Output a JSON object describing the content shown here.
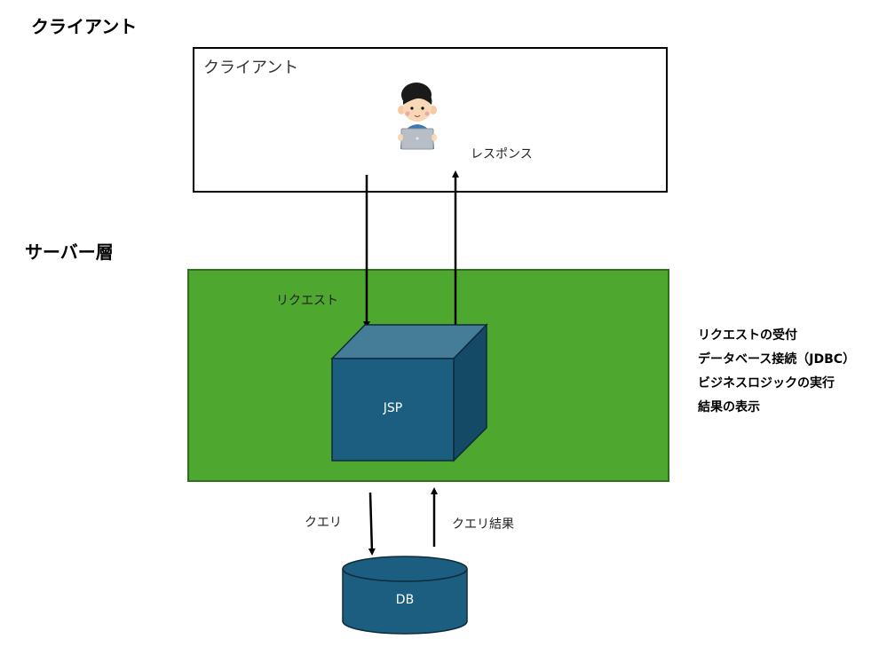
{
  "headings": {
    "client": "クライアント",
    "server": "サーバー層"
  },
  "client_box": {
    "label": "クライアント",
    "user_icon": "person-with-laptop-icon"
  },
  "flows": {
    "request": "リクエスト",
    "response": "レスポンス",
    "query": "クエリ",
    "query_result": "クエリ結果"
  },
  "jsp": {
    "label": "JSP"
  },
  "db": {
    "label": "DB"
  },
  "features": [
    "リクエストの受付",
    "データベース接続（JDBC）",
    "ビジネスロジックの実行",
    "結果の表示"
  ],
  "colors": {
    "server_layer": "#4ea72e",
    "jsp_front": "#1b5e80",
    "jsp_top": "#457c98",
    "jsp_side": "#154a66",
    "db": "#1b5e80"
  }
}
